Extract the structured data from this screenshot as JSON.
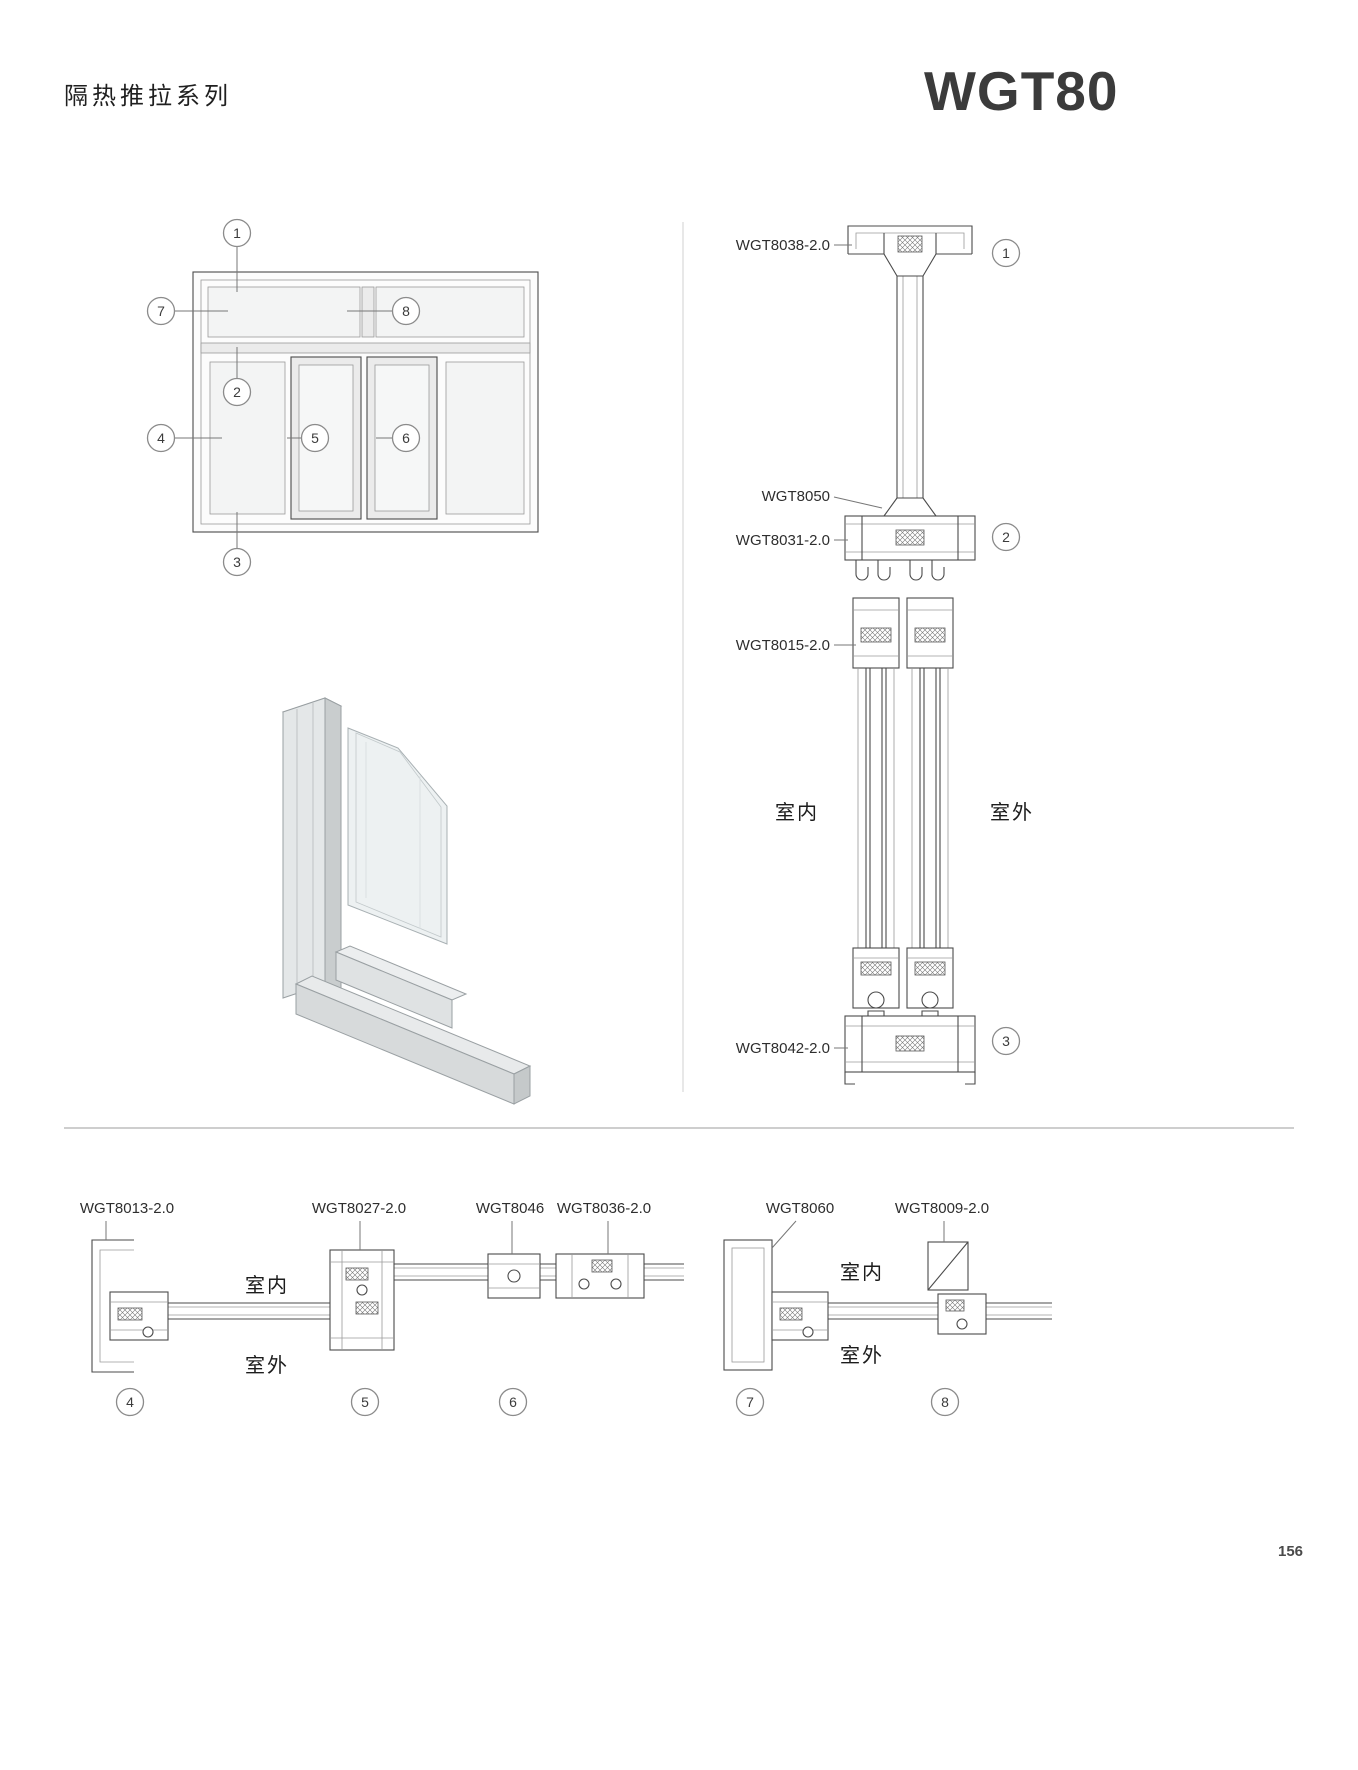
{
  "page": {
    "series_title": "隔热推拉系列",
    "model": "WGT80",
    "page_number": "156"
  },
  "labels": {
    "indoor": "室内",
    "outdoor": "室外"
  },
  "elevation": {
    "callouts": [
      "1",
      "2",
      "3",
      "4",
      "5",
      "6",
      "7",
      "8"
    ]
  },
  "vertical_section": {
    "parts": [
      "WGT8038-2.0",
      "WGT8050",
      "WGT8031-2.0",
      "WGT8015-2.0",
      "WGT8042-2.0"
    ],
    "callouts": [
      "1",
      "2",
      "3"
    ]
  },
  "horizontal_section": {
    "parts": [
      "WGT8013-2.0",
      "WGT8027-2.0",
      "WGT8046",
      "WGT8036-2.0",
      "WGT8060",
      "WGT8009-2.0"
    ],
    "callouts": [
      "4",
      "5",
      "6",
      "7",
      "8"
    ]
  }
}
